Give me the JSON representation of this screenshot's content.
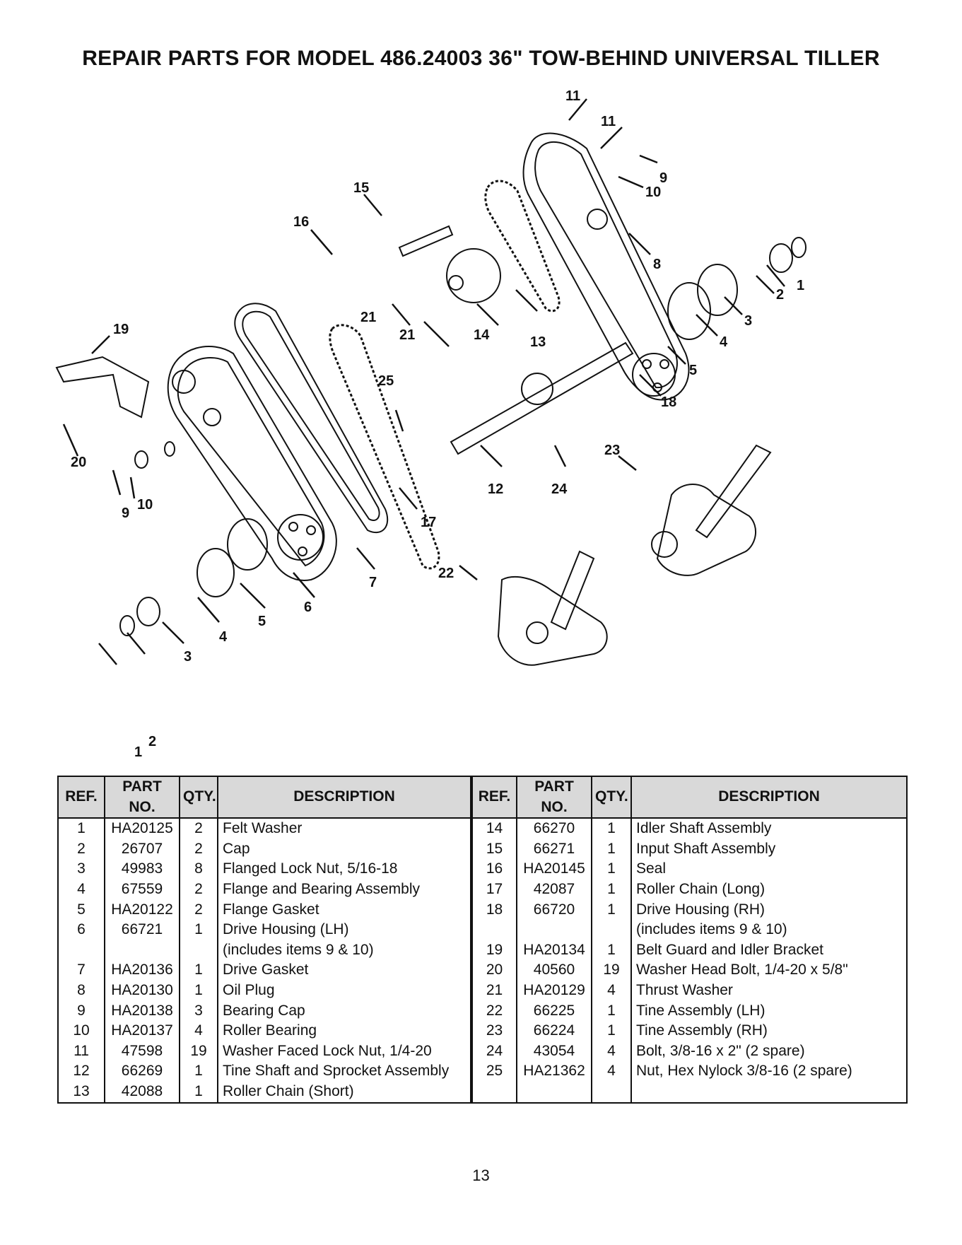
{
  "page": {
    "title": "REPAIR PARTS FOR MODEL 486.24003 36\" TOW-BEHIND UNIVERSAL TILLER",
    "page_number": "13"
  },
  "diagram": {
    "callouts": [
      "11",
      "11",
      "9",
      "10",
      "15",
      "16",
      "8",
      "1",
      "2",
      "21",
      "13",
      "3",
      "21",
      "14",
      "4",
      "19",
      "5",
      "25",
      "18",
      "12",
      "24",
      "23",
      "20",
      "10",
      "9",
      "17",
      "7",
      "22",
      "6",
      "5",
      "4",
      "3",
      "2",
      "1"
    ]
  },
  "table": {
    "headers": [
      "REF.",
      "PART NO.",
      "QTY.",
      "DESCRIPTION",
      "REF.",
      "PART NO.",
      "QTY.",
      "DESCRIPTION"
    ],
    "rows": [
      [
        "1",
        "HA20125",
        "2",
        "Felt Washer",
        "14",
        "66270",
        "1",
        "Idler Shaft Assembly"
      ],
      [
        "2",
        "26707",
        "2",
        "Cap",
        "15",
        "66271",
        "1",
        "Input Shaft Assembly"
      ],
      [
        "3",
        "49983",
        "8",
        "Flanged Lock Nut, 5/16-18",
        "16",
        "HA20145",
        "1",
        "Seal"
      ],
      [
        "4",
        "67559",
        "2",
        "Flange and Bearing Assembly",
        "17",
        "42087",
        "1",
        "Roller Chain (Long)"
      ],
      [
        "5",
        "HA20122",
        "2",
        "Flange Gasket",
        "18",
        "66720",
        "1",
        "Drive Housing (RH)"
      ],
      [
        "6",
        "66721",
        "1",
        "Drive Housing (LH)",
        "",
        "",
        "",
        "(includes items 9 & 10)"
      ],
      [
        "",
        "",
        "",
        "(includes items 9 & 10)",
        "19",
        "HA20134",
        "1",
        "Belt Guard and Idler Bracket"
      ],
      [
        "7",
        "HA20136",
        "1",
        "Drive Gasket",
        "20",
        "40560",
        "19",
        "Washer Head Bolt, 1/4-20 x 5/8\""
      ],
      [
        "8",
        "HA20130",
        "1",
        "Oil Plug",
        "21",
        "HA20129",
        "4",
        "Thrust Washer"
      ],
      [
        "9",
        "HA20138",
        "3",
        "Bearing Cap",
        "22",
        "66225",
        "1",
        "Tine Assembly (LH)"
      ],
      [
        "10",
        "HA20137",
        "4",
        "Roller Bearing",
        "23",
        "66224",
        "1",
        "Tine Assembly (RH)"
      ],
      [
        "11",
        "47598",
        "19",
        "Washer Faced Lock Nut, 1/4-20",
        "24",
        "43054",
        "4",
        "Bolt, 3/8-16 x 2\" (2 spare)"
      ],
      [
        "12",
        "66269",
        "1",
        "Tine Shaft and Sprocket Assembly",
        "25",
        "HA21362",
        "4",
        "Nut, Hex Nylock 3/8-16 (2 spare)"
      ],
      [
        "13",
        "42088",
        "1",
        "Roller Chain (Short)",
        "",
        "",
        "",
        ""
      ]
    ]
  }
}
